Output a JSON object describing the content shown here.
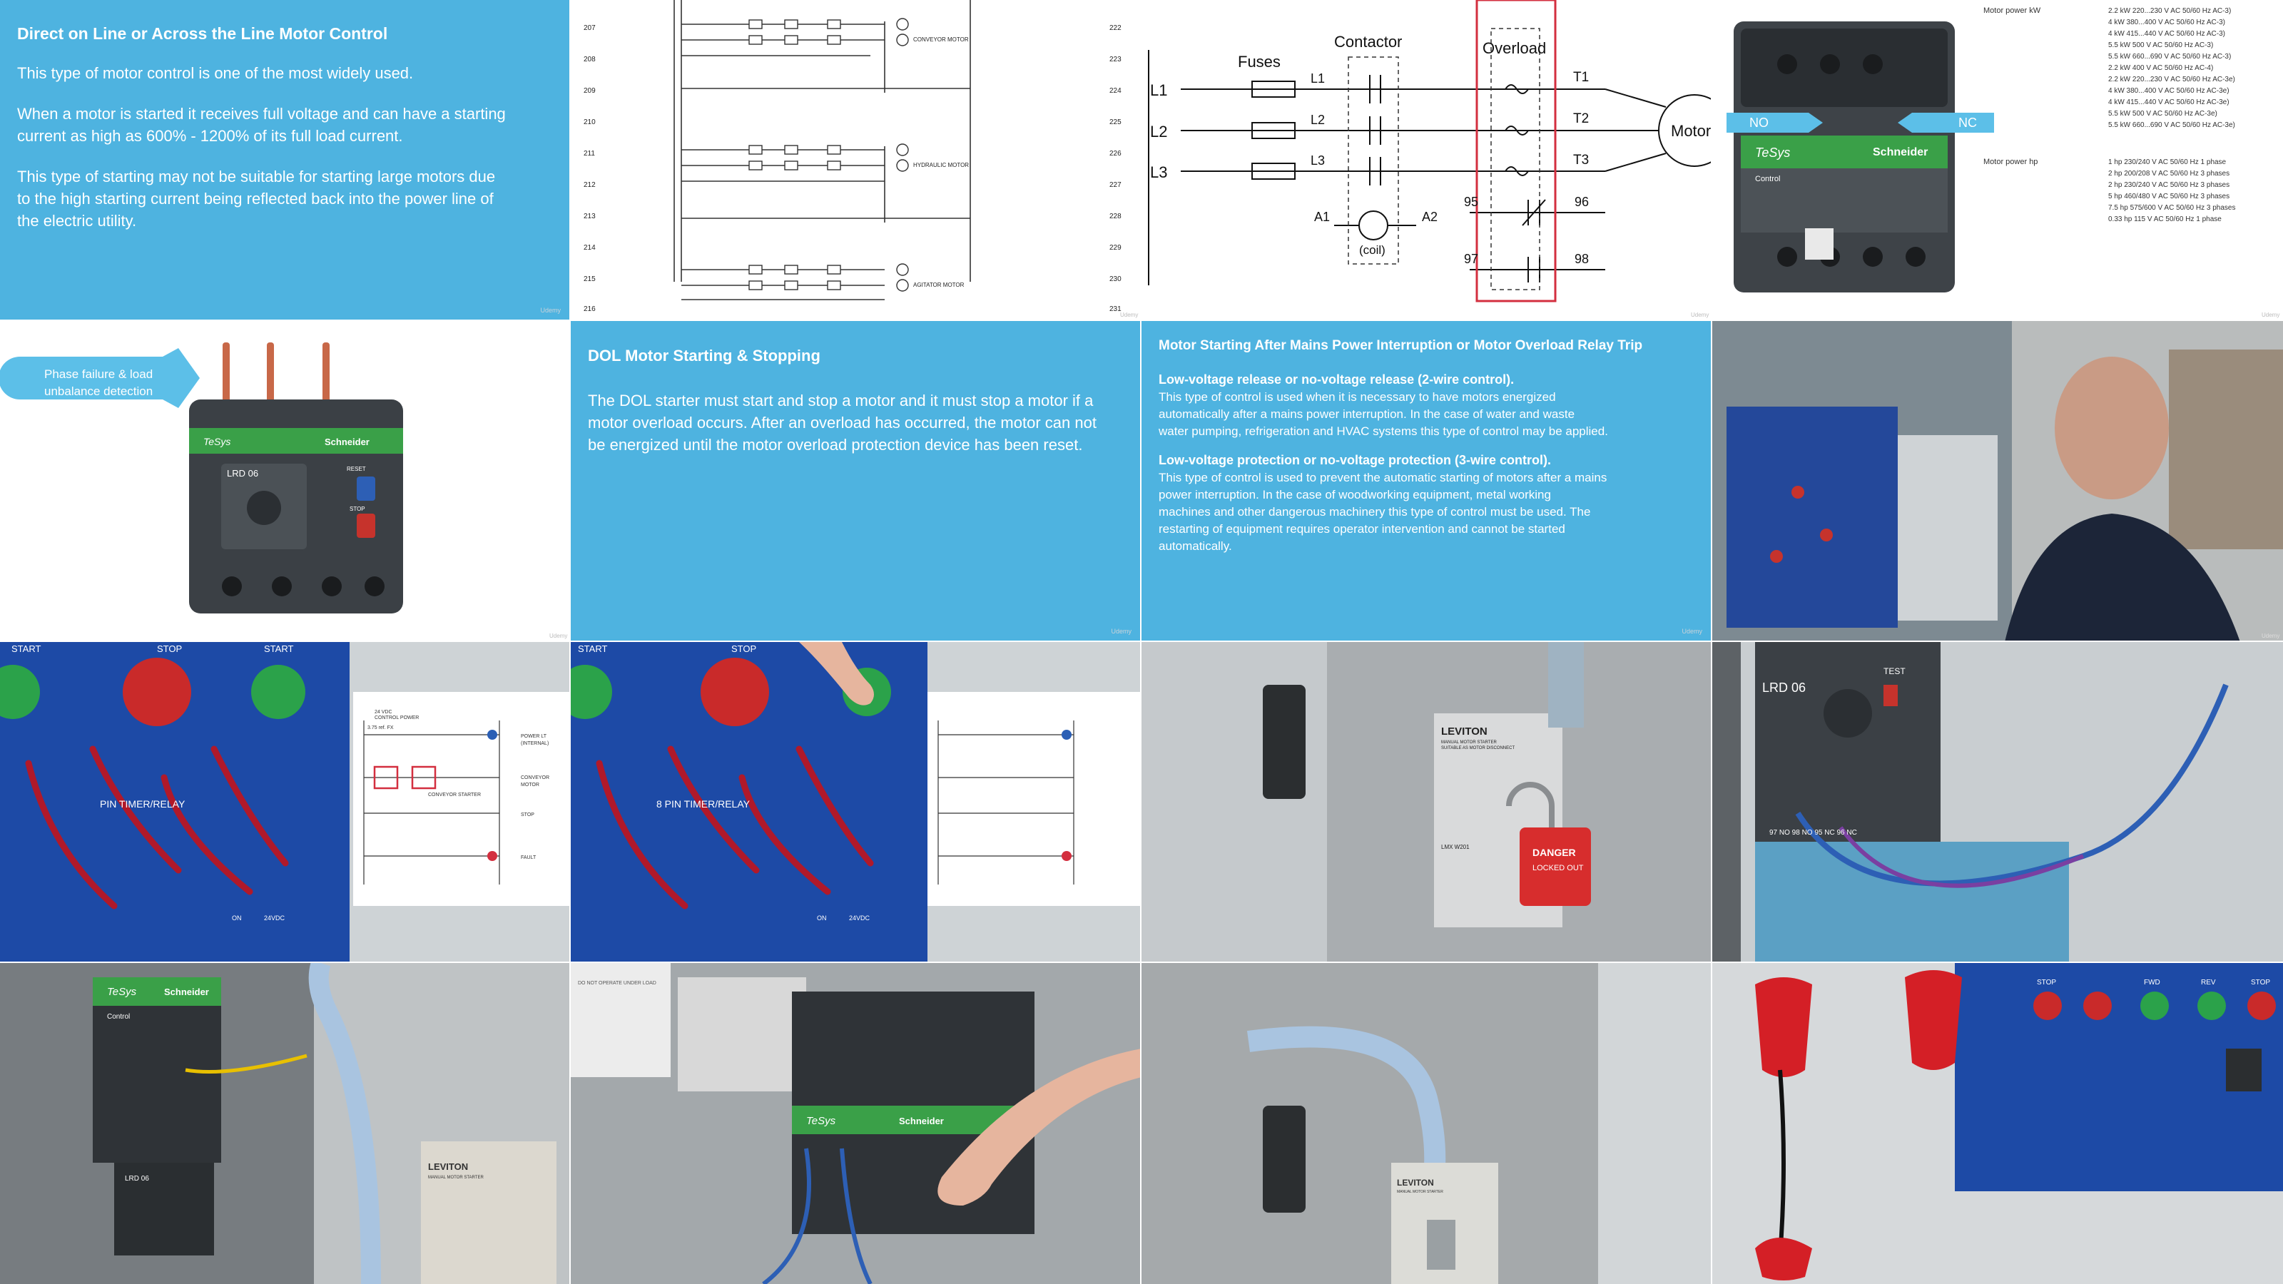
{
  "watermark": "Udemy",
  "slide_dol": {
    "title": "Direct on Line or Across the Line Motor Control",
    "p1": "This type of motor control is one of the most widely used.",
    "p2a": "When a motor is started it receives full voltage and can have a starting",
    "p2b": "current as high as 600% - 1200% of its full load current.",
    "p3a": "This type of starting may not be suitable for starting large motors due",
    "p3b": "to the high starting current being reflected back into the power line of",
    "p3c": "the electric utility."
  },
  "ladder": {
    "rungs": [
      "207",
      "208",
      "209",
      "210",
      "211",
      "212",
      "213",
      "214",
      "215",
      "216"
    ],
    "refs": [
      "222",
      "223",
      "224",
      "225",
      "226",
      "227",
      "228",
      "229",
      "230",
      "231"
    ],
    "labels": {
      "conveyor": "CONVEYOR MOTOR",
      "hydraulic": "HYDRAULIC MOTOR",
      "agitator": "AGITATOR MOTOR"
    }
  },
  "circuit": {
    "fuses": "Fuses",
    "contactor": "Contactor",
    "overload": "Overload",
    "l1": "L1",
    "l2": "L2",
    "l3": "L3",
    "t1": "T1",
    "t2": "T2",
    "t3": "T3",
    "motor": "Motor",
    "a1": "A1",
    "a2": "A2",
    "coil": "(coil)",
    "n95": "95",
    "n96": "96",
    "n97": "97",
    "n98": "98"
  },
  "contactor_photo": {
    "no": "NO",
    "nc": "NC",
    "brand_model": "TeSys",
    "brand": "Schneider",
    "control": "Control",
    "kw_header": "Motor power kW",
    "kw_rows": [
      "2.2 kW 220...230 V AC 50/60 Hz AC-3)",
      "4 kW 380...400 V AC 50/60 Hz AC-3)",
      "4 kW 415...440 V AC 50/60 Hz AC-3)",
      "5.5 kW 500 V AC 50/60 Hz AC-3)",
      "5.5 kW 660...690 V AC 50/60 Hz AC-3)",
      "2.2 kW 400 V AC 50/60 Hz AC-4)",
      "2.2 kW 220...230 V AC 50/60 Hz AC-3e)",
      "4 kW 380...400 V AC 50/60 Hz AC-3e)",
      "4 kW 415...440 V AC 50/60 Hz AC-3e)",
      "5.5 kW 500 V AC 50/60 Hz AC-3e)",
      "5.5 kW 660...690 V AC 50/60 Hz AC-3e)"
    ],
    "hp_header": "Motor power hp",
    "hp_rows": [
      "1 hp 230/240 V AC 50/60 Hz 1 phase",
      "2 hp 200/208 V AC 50/60 Hz 3 phases",
      "2 hp 230/240 V AC 50/60 Hz 3 phases",
      "5 hp 460/480 V AC 50/60 Hz 3 phases",
      "7.5 hp 575/600 V AC 50/60 Hz 3 phases",
      "0.33 hp 115 V AC 50/60 Hz 1 phase"
    ]
  },
  "overload_photo": {
    "callout": [
      "Phase failure & load",
      "unbalance detection"
    ],
    "brand_model": "TeSys",
    "brand": "Schneider",
    "model": "LRD 06",
    "reset": "RESET",
    "stop": "STOP"
  },
  "slide_stop": {
    "title": "DOL Motor Starting & Stopping",
    "p1a": "The DOL starter must start  and stop a motor and it must stop a motor if a",
    "p1b": "motor overload occurs. After an overload has occurred, the motor can not",
    "p1c": "be energized until the motor overload protection device has been reset."
  },
  "slide_restart": {
    "title": "Motor Starting After Mains Power Interruption or Motor Overload Relay Trip",
    "h1": "Low-voltage release or no-voltage release (2-wire control).",
    "b1": [
      "This type of control is used when it is necessary to have motors energized",
      "automatically after a mains power interruption.  In the case of water and waste",
      "water pumping, refrigeration and HVAC systems this type of control may be applied."
    ],
    "h2": "Low-voltage protection or no-voltage protection (3-wire control).",
    "b2": [
      "This type of control is used to prevent the automatic starting of motors after a mains",
      "power interruption.  In the case of woodworking equipment, metal working",
      "machines and other dangerous machinery this type of control must be used.  The",
      "restarting of equipment requires operator intervention and cannot be started",
      "automatically."
    ]
  },
  "trainer_a": {
    "start1": "START",
    "stop": "STOP",
    "start2": "START",
    "timer": "PIN TIMER/RELAY",
    "on": "ON",
    "v": "24VDC"
  },
  "trainer_b": {
    "start": "START",
    "stop": "STOP",
    "timer": "8 PIN TIMER/RELAY",
    "on": "ON",
    "v": "24VDC"
  },
  "mini_ladder": {
    "supply": "24 VDC",
    "power": "CONTROL POWER",
    "fuse": "3.75 ref. FX",
    "power_lt": "POWER LT",
    "internal": "(INTERNAL)",
    "conveyor": "CONVEYOR",
    "motor": "MOTOR",
    "stop": "STOP",
    "fault": "FAULT",
    "starter": "CONVEYOR STARTER"
  },
  "leviton": {
    "brand": "LEVITON",
    "line1": "MANUAL MOTOR STARTER",
    "line2": "SUITABLE AS MOTOR DISCONNECT",
    "danger": "DANGER",
    "locked": "LOCKED OUT",
    "model": "LMX W201"
  },
  "lrd_closeup": {
    "model": "LRD 06",
    "test": "TEST",
    "nums": "97 NO  98 NO  95 NC  96 NC"
  },
  "panel_photo": {
    "brand_model": "TeSys",
    "brand": "Schneider",
    "control": "Control",
    "model": "LRD 06",
    "leviton": "LEVITON",
    "leviton_sub": "MANUAL MOTOR STARTER"
  },
  "panel_photo2": {
    "warning": "DO NOT OPERATE UNDER LOAD",
    "brand_model": "TeSys",
    "brand": "Schneider"
  },
  "leviton_small": {
    "brand": "LEVITON",
    "sub": "MANUAL MOTOR STARTER"
  },
  "float_panel": {
    "stop": "STOP",
    "fwd": "FWD",
    "rev": "REV",
    "stop2": "STOP"
  }
}
